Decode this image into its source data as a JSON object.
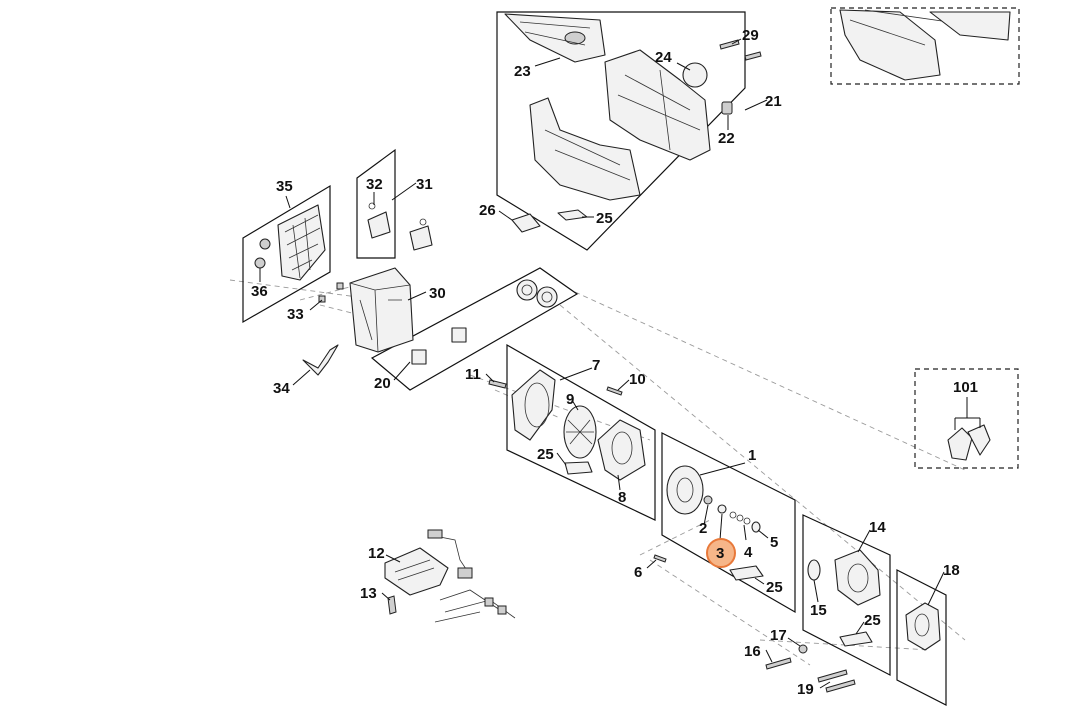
{
  "diagram": {
    "callouts": {
      "c1": "1",
      "c2": "2",
      "c3": "3",
      "c4": "4",
      "c5": "5",
      "c6": "6",
      "c7": "7",
      "c8": "8",
      "c9": "9",
      "c10": "10",
      "c11": "11",
      "c12": "12",
      "c13": "13",
      "c14": "14",
      "c15": "15",
      "c16": "16",
      "c17": "17",
      "c18": "18",
      "c19": "19",
      "c20": "20",
      "c21": "21",
      "c22": "22",
      "c23": "23",
      "c24": "24",
      "c25a": "25",
      "c25b": "25",
      "c25c": "25",
      "c25d": "25",
      "c26": "26",
      "c29": "29",
      "c30": "30",
      "c31": "31",
      "c32": "32",
      "c33": "33",
      "c34": "34",
      "c35": "35",
      "c36": "36",
      "c101": "101"
    },
    "highlighted_callout": "3",
    "highlight_color": "#f6b689",
    "highlight_stroke": "#e8793a"
  }
}
